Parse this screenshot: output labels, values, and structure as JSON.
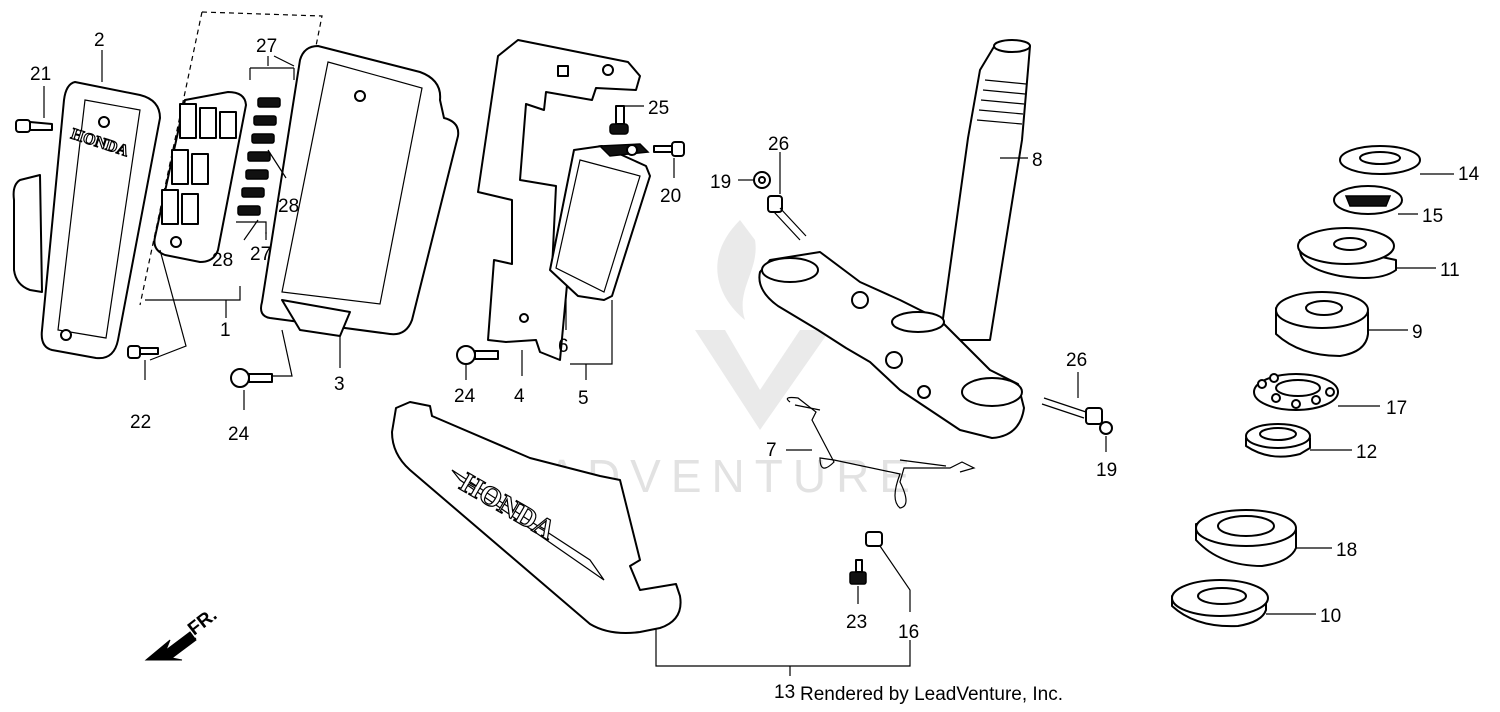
{
  "callouts": {
    "c1": "1",
    "c2": "2",
    "c3": "3",
    "c4": "4",
    "c5": "5",
    "c6": "6",
    "c7": "7",
    "c8": "8",
    "c9": "9",
    "c10": "10",
    "c11": "11",
    "c12": "12",
    "c13": "13",
    "c14": "14",
    "c15": "15",
    "c16": "16",
    "c17": "17",
    "c18": "18",
    "c19a": "19",
    "c19b": "19",
    "c20": "20",
    "c21": "21",
    "c22": "22",
    "c23": "23",
    "c24a": "24",
    "c24b": "24",
    "c25": "25",
    "c26a": "26",
    "c26b": "26",
    "c27a": "27",
    "c27b": "27",
    "c28a": "28",
    "c28b": "28"
  },
  "front_arrow_label": "FR.",
  "brand_text": "HONDA",
  "watermark_text": "LEADVENTURE",
  "credit": "Rendered by LeadVenture, Inc."
}
